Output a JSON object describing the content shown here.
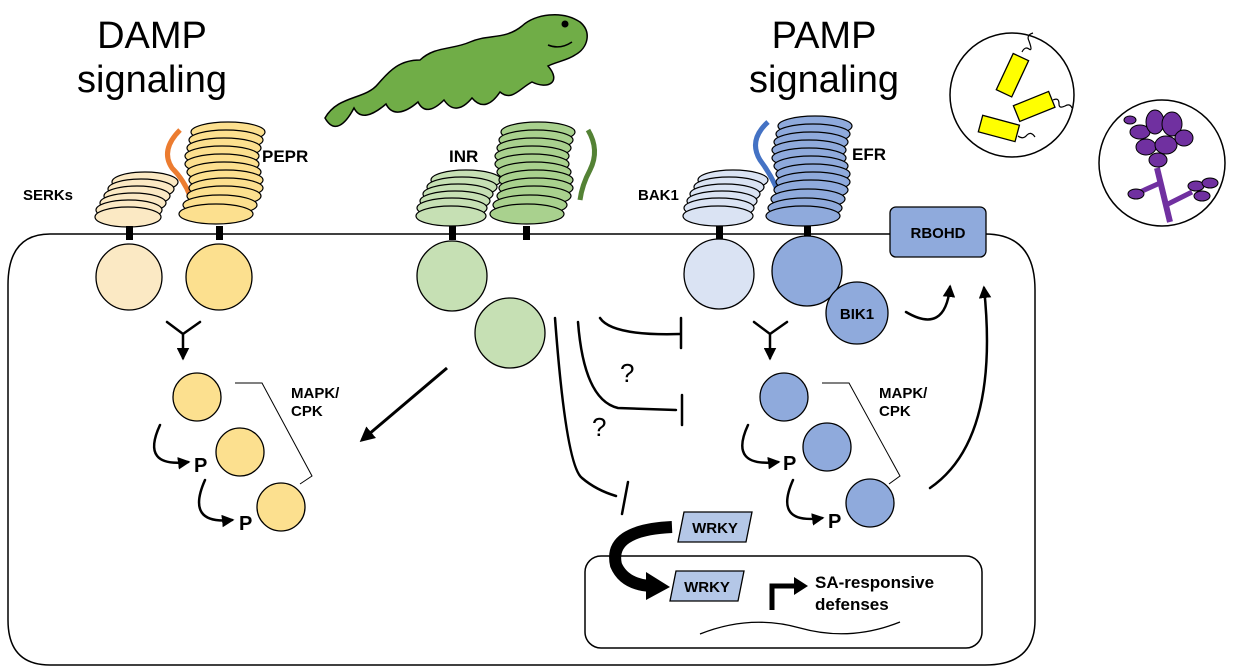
{
  "titles": {
    "damp_line1": "DAMP",
    "damp_line2": "signaling",
    "pamp_line1": "PAMP",
    "pamp_line2": "signaling"
  },
  "labels": {
    "serks": "SERKs",
    "pepr": "PEPR",
    "inr": "INR",
    "bak1": "BAK1",
    "efr": "EFR",
    "rbohd": "RBOHD",
    "bik1": "BIK1",
    "mapk_left": [
      "MAPK/",
      "CPK"
    ],
    "mapk_right": [
      "MAPK/",
      "CPK"
    ],
    "phospho": "P",
    "question": "?",
    "wrky": "WRKY",
    "sa_line1": "SA-responsive",
    "sa_line2": "defenses"
  },
  "colors": {
    "serk_light": "#fbe9c4",
    "pepr_yellow": "#fce08f",
    "peptide_orange": "#ec7c30",
    "inr_light": "#c6e0b4",
    "inr_mid": "#a9d18e",
    "peptide_green": "#548235",
    "bak1_light": "#dae3f3",
    "efr_blue": "#8faadc",
    "peptide_blue": "#4472c4",
    "wrky_box": "#b4c7e7",
    "rbohd_box": "#8faadc",
    "caterpillar": "#70ad47",
    "bacteria": "#ffff00",
    "fungus": "#7030a0"
  },
  "icons": [
    "caterpillar-icon",
    "bacteria-icon",
    "fungus-icon"
  ]
}
